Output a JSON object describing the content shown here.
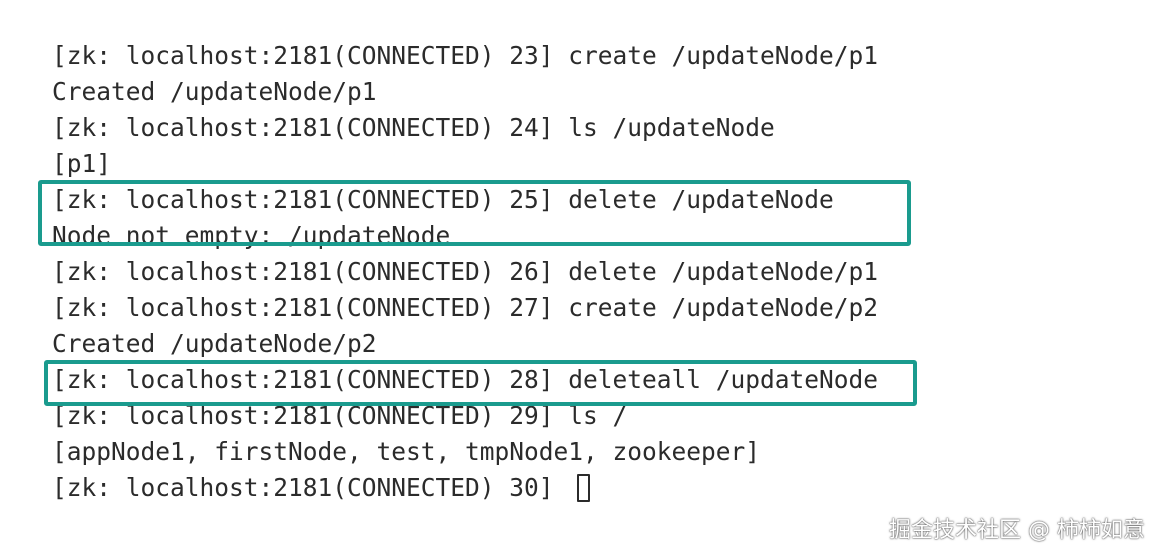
{
  "terminal": {
    "lines": [
      "[zk: localhost:2181(CONNECTED) 23] create /updateNode/p1",
      "Created /updateNode/p1",
      "[zk: localhost:2181(CONNECTED) 24] ls /updateNode",
      "[p1]",
      "[zk: localhost:2181(CONNECTED) 25] delete /updateNode",
      "Node not empty: /updateNode",
      "[zk: localhost:2181(CONNECTED) 26] delete /updateNode/p1",
      "[zk: localhost:2181(CONNECTED) 27] create /updateNode/p2",
      "Created /updateNode/p2",
      "[zk: localhost:2181(CONNECTED) 28] deleteall /updateNode",
      "[zk: localhost:2181(CONNECTED) 29] ls /",
      "[appNode1, firstNode, test, tmpNode1, zookeeper]",
      "[zk: localhost:2181(CONNECTED) 30] "
    ]
  },
  "colors": {
    "text": "#2b2b2b",
    "highlight_border": "#1a9b8e",
    "background": "#ffffff"
  },
  "watermark": {
    "text": "掘金技术社区 @ 柿柿如意"
  }
}
